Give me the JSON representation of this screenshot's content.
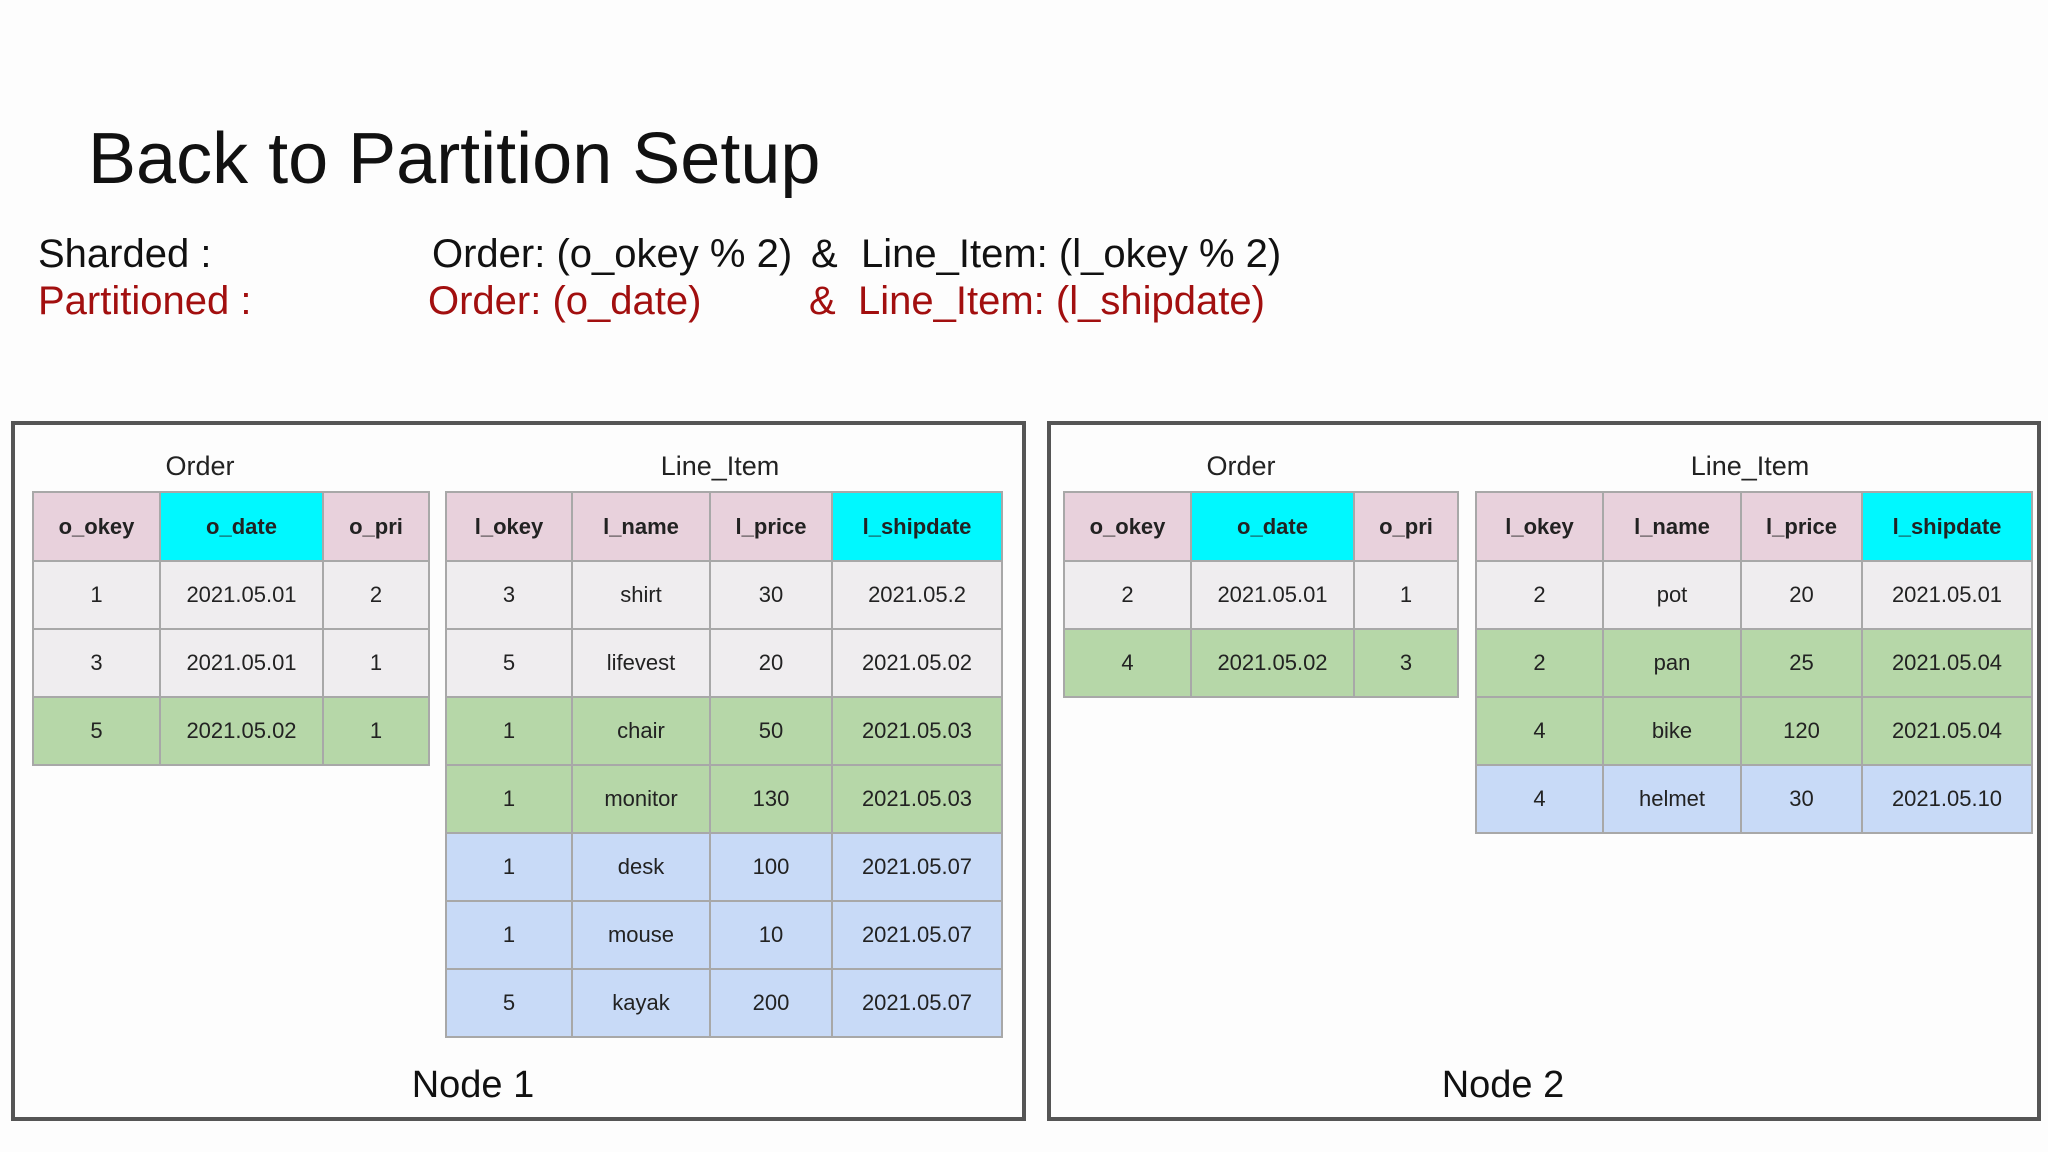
{
  "title": "Back to Partition Setup",
  "sharded": {
    "label": "Sharded :",
    "order": "Order: (o_okey % 2)",
    "amp": "&",
    "line_item": "Line_Item: (l_okey % 2)"
  },
  "partitioned": {
    "label": "Partitioned :",
    "order": "Order: (o_date)",
    "amp": "&",
    "line_item": "Line_Item: (l_shipdate)"
  },
  "colors": {
    "partitioned_text": "#a20f0f",
    "key_header": "#e8d1dc",
    "partition_header": "#00f8ff",
    "row_grey": "#efedef",
    "row_green": "#b6d7a8",
    "row_blue": "#c8daf7"
  },
  "node1": {
    "label": "Node 1",
    "order": {
      "caption": "Order",
      "headers": [
        "o_okey",
        "o_date",
        "o_pri"
      ],
      "rows": [
        {
          "cells": [
            "1",
            "2021.05.01",
            "2"
          ],
          "color": "grey"
        },
        {
          "cells": [
            "3",
            "2021.05.01",
            "1"
          ],
          "color": "grey"
        },
        {
          "cells": [
            "5",
            "2021.05.02",
            "1"
          ],
          "color": "green"
        }
      ]
    },
    "line_item": {
      "caption": "Line_Item",
      "headers": [
        "l_okey",
        "l_name",
        "l_price",
        "l_shipdate"
      ],
      "rows": [
        {
          "cells": [
            "3",
            "shirt",
            "30",
            "2021.05.2"
          ],
          "color": "grey"
        },
        {
          "cells": [
            "5",
            "lifevest",
            "20",
            "2021.05.02"
          ],
          "color": "grey"
        },
        {
          "cells": [
            "1",
            "chair",
            "50",
            "2021.05.03"
          ],
          "color": "green"
        },
        {
          "cells": [
            "1",
            "monitor",
            "130",
            "2021.05.03"
          ],
          "color": "green"
        },
        {
          "cells": [
            "1",
            "desk",
            "100",
            "2021.05.07"
          ],
          "color": "blue"
        },
        {
          "cells": [
            "1",
            "mouse",
            "10",
            "2021.05.07"
          ],
          "color": "blue"
        },
        {
          "cells": [
            "5",
            "kayak",
            "200",
            "2021.05.07"
          ],
          "color": "blue"
        }
      ]
    }
  },
  "node2": {
    "label": "Node 2",
    "order": {
      "caption": "Order",
      "headers": [
        "o_okey",
        "o_date",
        "o_pri"
      ],
      "rows": [
        {
          "cells": [
            "2",
            "2021.05.01",
            "1"
          ],
          "color": "grey"
        },
        {
          "cells": [
            "4",
            "2021.05.02",
            "3"
          ],
          "color": "green"
        }
      ]
    },
    "line_item": {
      "caption": "Line_Item",
      "headers": [
        "l_okey",
        "l_name",
        "l_price",
        "l_shipdate"
      ],
      "rows": [
        {
          "cells": [
            "2",
            "pot",
            "20",
            "2021.05.01"
          ],
          "color": "grey"
        },
        {
          "cells": [
            "2",
            "pan",
            "25",
            "2021.05.04"
          ],
          "color": "green"
        },
        {
          "cells": [
            "4",
            "bike",
            "120",
            "2021.05.04"
          ],
          "color": "green"
        },
        {
          "cells": [
            "4",
            "helmet",
            "30",
            "2021.05.10"
          ],
          "color": "blue"
        }
      ]
    }
  }
}
